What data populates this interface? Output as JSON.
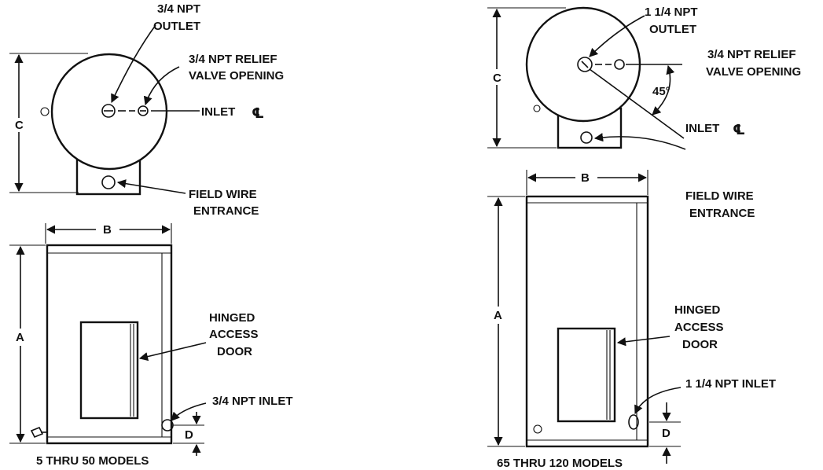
{
  "left": {
    "labels": {
      "outlet": [
        "3/4 NPT",
        "OUTLET"
      ],
      "relief": [
        "3/4 NPT RELIEF",
        "VALVE OPENING"
      ],
      "inlet_cl": "INLET",
      "field_wire": [
        "FIELD WIRE",
        "ENTRANCE"
      ],
      "dim_b": "B",
      "dim_c": "C",
      "dim_a": "A",
      "dim_d": "D",
      "hinged": [
        "HINGED",
        "ACCESS",
        "DOOR"
      ],
      "npt_inlet": "3/4 NPT INLET",
      "caption": "5 THRU 50 MODELS"
    }
  },
  "right": {
    "labels": {
      "outlet": [
        "1 1/4 NPT",
        "OUTLET"
      ],
      "relief": [
        "3/4 NPT RELIEF",
        "VALVE OPENING"
      ],
      "angle": "45°",
      "inlet_cl": "INLET",
      "field_wire": [
        "FIELD WIRE",
        "ENTRANCE"
      ],
      "dim_b": "B",
      "dim_c": "C",
      "dim_a": "A",
      "dim_d": "D",
      "hinged": [
        "HINGED",
        "ACCESS",
        "DOOR"
      ],
      "npt_inlet": "1 1/4 NPT INLET",
      "caption": "65 THRU 120 MODELS"
    }
  },
  "centerline_symbol": "℄",
  "colors": {
    "ink": "#111111",
    "background": "#ffffff"
  }
}
